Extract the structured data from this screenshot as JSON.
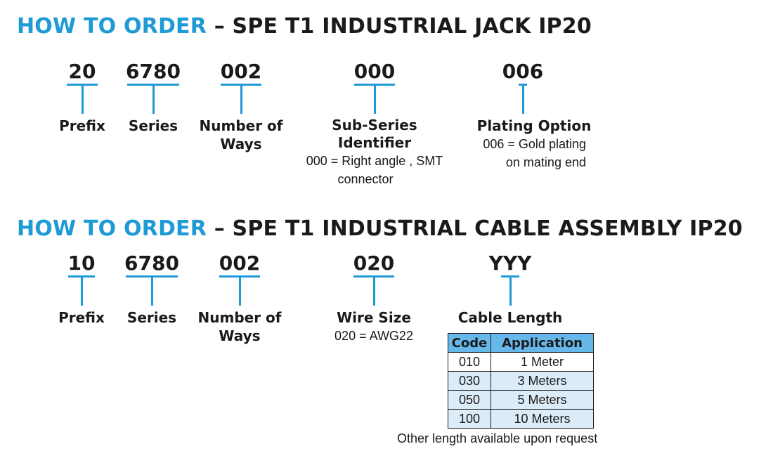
{
  "sections": [
    {
      "heading_accent": "HOW TO ORDER",
      "heading_rest": " – SPE T1 INDUSTRIAL JACK IP20",
      "segments": [
        {
          "code": "20",
          "label": "Prefix",
          "desc": []
        },
        {
          "code": "6780",
          "label": "Series",
          "desc": []
        },
        {
          "code": "002",
          "label": "Number of\nWays",
          "desc": []
        },
        {
          "code": "000",
          "label": "Sub-Series\nIdentifier",
          "desc": [
            "000 = Right angle , SMT",
            "connector"
          ]
        },
        {
          "code": "006",
          "label": "Plating Option",
          "desc": [
            "006 = Gold plating",
            "on mating end"
          ]
        }
      ]
    },
    {
      "heading_accent": "HOW TO ORDER",
      "heading_rest": " – SPE T1 INDUSTRIAL CABLE ASSEMBLY IP20",
      "segments": [
        {
          "code": "10",
          "label": "Prefix",
          "desc": []
        },
        {
          "code": "6780",
          "label": "Series",
          "desc": []
        },
        {
          "code": "002",
          "label": "Number of\nWays",
          "desc": []
        },
        {
          "code": "020",
          "label": "Wire Size",
          "desc": [
            "020 = AWG22"
          ]
        },
        {
          "code": "YYY",
          "label": "Cable Length",
          "desc": []
        }
      ]
    }
  ],
  "length_table": {
    "headers": [
      "Code",
      "Application"
    ],
    "rows": [
      [
        "010",
        "1 Meter"
      ],
      [
        "030",
        "3 Meters"
      ],
      [
        "050",
        "5 Meters"
      ],
      [
        "100",
        "10 Meters"
      ]
    ],
    "note": "Other length available upon request"
  },
  "colors": {
    "accent": "#1e9ad6",
    "table_header": "#66b8ea",
    "table_alt_row": "#dcebf8"
  }
}
